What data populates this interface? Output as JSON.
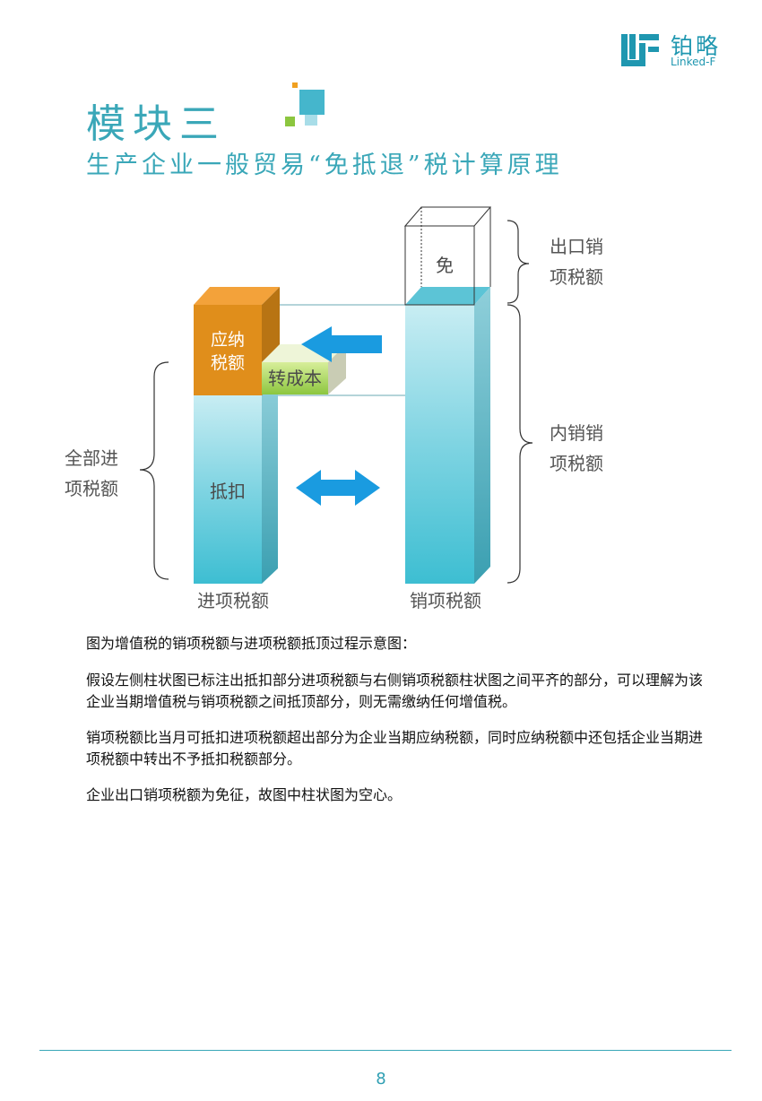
{
  "header": {
    "logo_cn": "铂略",
    "logo_en": "Linked-F"
  },
  "title": {
    "module": "模块三",
    "subtitle": "生产企业一般贸易“免抵退”税计算原理"
  },
  "diagram": {
    "left_bar_label": "进项税额",
    "right_bar_label": "销项税额",
    "deduct_label": "抵扣",
    "payable_label_1": "应纳",
    "payable_label_2": "税额",
    "transfer_label": "转成本",
    "exempt_label": "免",
    "left_brace_label_1": "全部进",
    "left_brace_label_2": "项税额",
    "right_top_label_1": "出口销",
    "right_top_label_2": "项税额",
    "right_bottom_label_1": "内销销",
    "right_bottom_label_2": "项税额"
  },
  "text": {
    "p1": "图为增值税的销项税额与进项税额抵顶过程示意图：",
    "p2": "假设左侧柱状图已标注出抵扣部分进项税额与右侧销项税额柱状图之间平齐的部分，可以理解为该企业当期增值税与销项税额之间抵顶部分，则无需缴纳任何增值税。",
    "p3": "销项税额比当月可抵扣进项税额超出部分为企业当期应纳税额，同时应纳税额中还包括企业当期进项税额中转出不予抵扣税额部分。",
    "p4": "企业出口销项税额为免征，故图中柱状图为空心。"
  },
  "footer": {
    "page_number": "8"
  }
}
